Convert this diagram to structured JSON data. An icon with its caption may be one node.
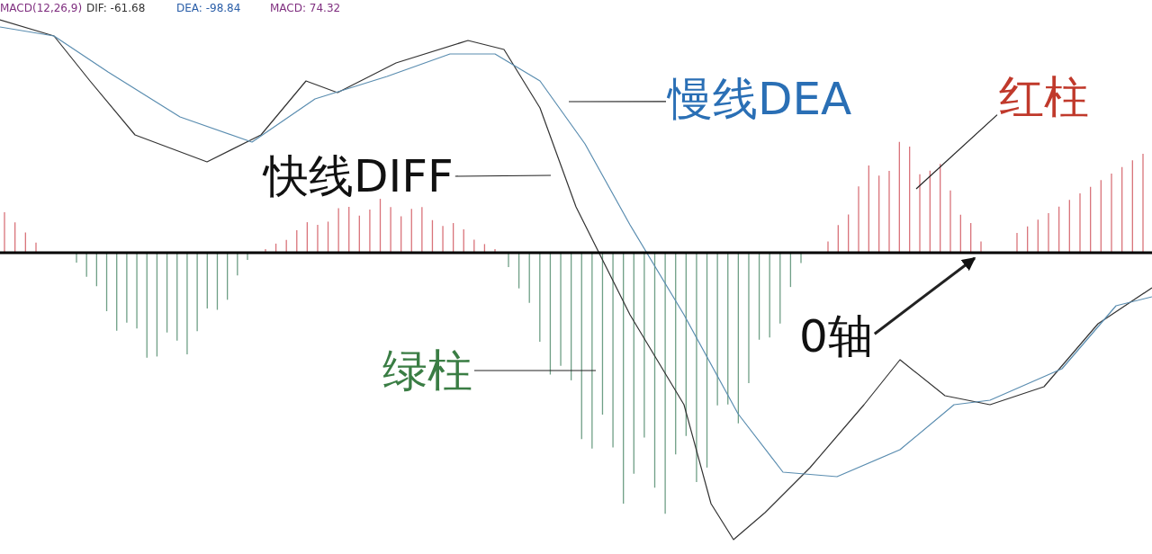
{
  "diagram": {
    "nodes": [
      {
        "text": [
          "慢线DEA"
        ]
      },
      {
        "text": [
          "红柱"
        ]
      },
      {
        "text": [
          "快线DIFF"
        ]
      },
      {
        "text": [
          "0轴"
        ]
      },
      {
        "text": [
          "绿柱"
        ]
      }
    ],
    "edges": [
      {
        "from": 0,
        "to": null,
        "arrow": "none"
      },
      {
        "from": 1,
        "to": null,
        "arrow": "none"
      },
      {
        "from": 2,
        "to": null,
        "arrow": "none"
      },
      {
        "from": 3,
        "to": null,
        "arrow": "to"
      },
      {
        "from": 4,
        "to": null,
        "arrow": "none"
      }
    ],
    "labels": [
      "MACD(12,26,9)",
      "DIF: -61.68",
      "DEA: -98.84",
      "MACD: 74.32"
    ]
  }
}
